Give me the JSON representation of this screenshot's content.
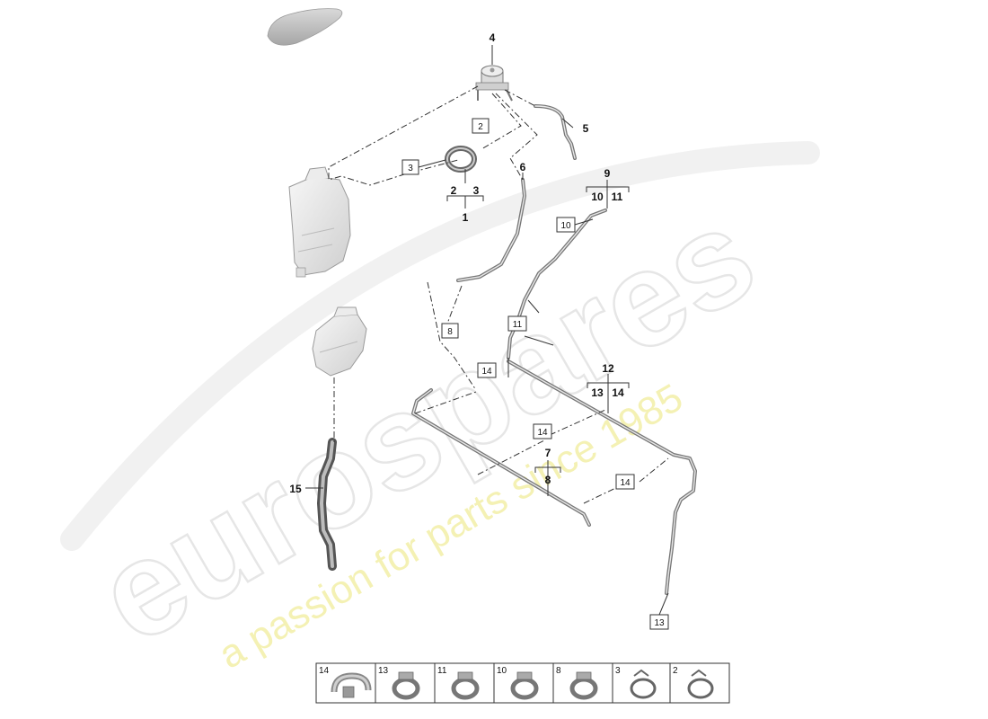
{
  "watermark": {
    "brand": "eurospares",
    "tagline": "a passion for parts since 1985"
  },
  "parts": {
    "p1": "1",
    "p2_3_group": [
      "2",
      "3"
    ],
    "p4": "4",
    "p5": "5",
    "p6": "6",
    "p7": "7",
    "p8": "8",
    "p9": "9",
    "p10_11_group": [
      "10",
      "11"
    ],
    "p12": "12",
    "p13_14_group": [
      "13",
      "14"
    ],
    "p15": "15"
  },
  "boxed_refs": [
    "2",
    "3",
    "10",
    "8",
    "11",
    "14",
    "14",
    "14",
    "13"
  ],
  "legend": [
    {
      "num": "14",
      "icon": "clamp-spring-icon"
    },
    {
      "num": "13",
      "icon": "clamp-band-icon"
    },
    {
      "num": "11",
      "icon": "clamp-band-icon"
    },
    {
      "num": "10",
      "icon": "clamp-band-icon"
    },
    {
      "num": "8",
      "icon": "clamp-band-icon"
    },
    {
      "num": "3",
      "icon": "clamp-wire-icon"
    },
    {
      "num": "2",
      "icon": "clamp-wire-icon"
    }
  ]
}
